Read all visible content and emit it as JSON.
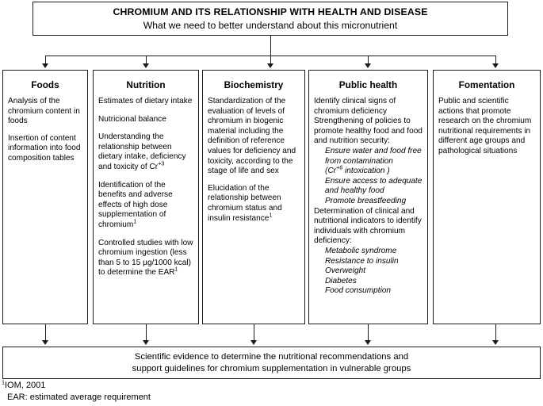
{
  "title_box": {
    "heading": "CHROMIUM AND ITS RELATIONSHIP WITH HEALTH AND DISEASE",
    "subheading": "What we need to better understand about this micronutrient"
  },
  "columns": [
    {
      "id": "foods",
      "header": "Foods",
      "paragraphs": [
        "Analysis of the chromium content in foods",
        "Insertion of content information into food composition tables"
      ]
    },
    {
      "id": "nutrition",
      "header": "Nutrition",
      "paragraphs": [
        "Estimates of dietary intake",
        "Nutricional balance",
        "Understanding the relationship between dietary intake, deficiency and toxicity of Cr",
        "Identification of the benefits and adverse effects of high dose supplementation of chromium",
        "Controlled studies with low chromium ingestion (less than 5 to 15 µg/1000 kcal) to determine the EAR"
      ],
      "sup_cr3": "+3",
      "sup_ref": "1"
    },
    {
      "id": "biochemistry",
      "header": "Biochemistry",
      "paragraphs": [
        "Standardization of the evaluation of levels of chromium in biogenic material including the definition of reference values for deficiency and toxicity, according to the stage of life and sex",
        "Elucidation of the relationship between chromium status and insulin resistance"
      ],
      "sup_ref": "1"
    },
    {
      "id": "publichealth",
      "header": "Public health",
      "lead_lines": [
        "Identify clinical signs of chromium deficiency",
        "Strengthening of policies to promote healthy food and food and nutrition security:"
      ],
      "sublist1": [
        "Ensure water and food free from contamination",
        "(Cr intoxication )",
        "Ensure access to adequate and healthy food",
        "Promote breastfeeding"
      ],
      "sup_cr6": "+6",
      "mid_line": "Determination of clinical and nutritional indicators to identify individuals with chromium deficiency:",
      "sublist2": [
        "Metabolic syndrome",
        "Resistance to insulin",
        "Overweight",
        "Diabetes",
        "Food consumption"
      ]
    },
    {
      "id": "fomentation",
      "header": "Fomentation",
      "paragraphs": [
        "Public and scientific actions that promote research on the chromium nutritional requirements in different age groups and pathological situations"
      ]
    }
  ],
  "bottom_box": {
    "line1": "Scientific evidence to determine the nutritional recommendations and",
    "line2": "support guidelines for chromium supplementation in vulnerable groups"
  },
  "footnotes": {
    "ref_marker": "1",
    "ref_text": "IOM, 2001",
    "abbrev": "EAR: estimated average requirement"
  },
  "colors": {
    "stroke": "#1a1a1a",
    "background": "#ffffff"
  }
}
